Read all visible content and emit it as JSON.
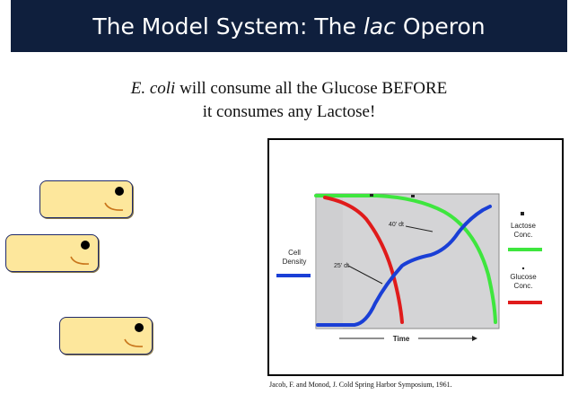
{
  "header": {
    "title_prefix": "The Model System: The ",
    "title_italic": "lac",
    "title_suffix": " Operon",
    "bg_color": "#0f1f3d"
  },
  "statement": {
    "line1_italic": "E. coli",
    "line1_rest": " will consume all the Glucose BEFORE",
    "line2": "it consumes any Lactose!"
  },
  "figure": {
    "cell_density_label_1": "Cell",
    "cell_density_label_2": "Density",
    "lactose_label_1": "Lactose",
    "lactose_label_2": "Conc.",
    "glucose_label_1": "Glucose",
    "glucose_label_2": "Conc.",
    "time_label": "Time",
    "annotation_25": "25' dt",
    "annotation_40": "40' dt",
    "colors": {
      "cell_density": "#1a3fd6",
      "lactose": "#3ee63e",
      "glucose": "#e01b1b"
    }
  },
  "citation": "Jacob, F. and Monod, J. Cold Spring Harbor Symposium, 1961."
}
